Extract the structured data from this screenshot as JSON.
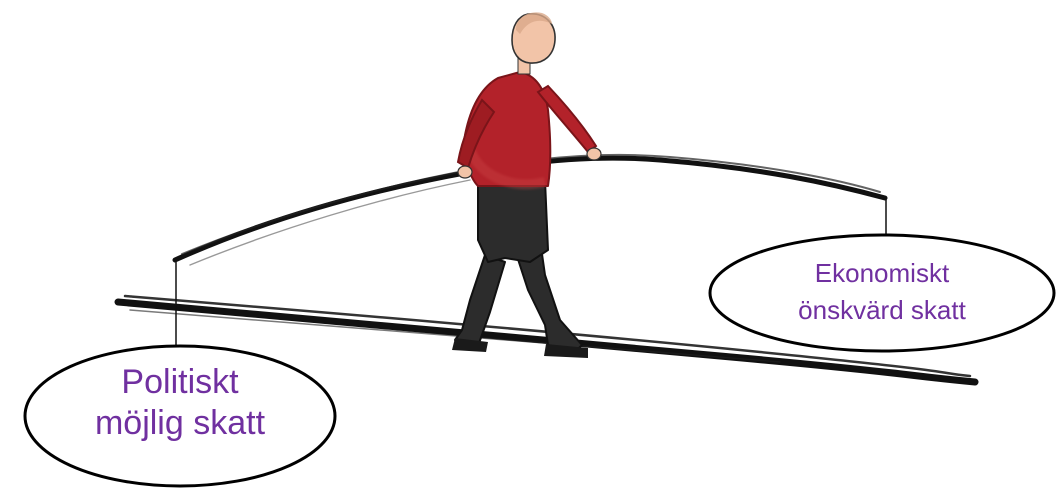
{
  "labels": {
    "left": {
      "line1": "Politiskt",
      "line2": "möjlig skatt"
    },
    "right": {
      "line1": "Ekonomiskt",
      "line2": "önskvärd skatt"
    }
  },
  "colors": {
    "label_text": "#7030a0",
    "ellipse_stroke": "#000000",
    "shirt": "#b3222a",
    "pants": "#2c2c2c",
    "skin": "#f2c4a8",
    "ink": "#111111"
  }
}
